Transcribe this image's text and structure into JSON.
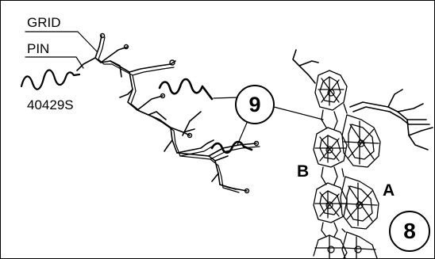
{
  "labels": {
    "grid": "GRID",
    "pin": "PIN",
    "part_number": "40429S",
    "side_b": "B",
    "side_a": "A"
  },
  "callouts": {
    "nine": "9",
    "eight": "8"
  }
}
